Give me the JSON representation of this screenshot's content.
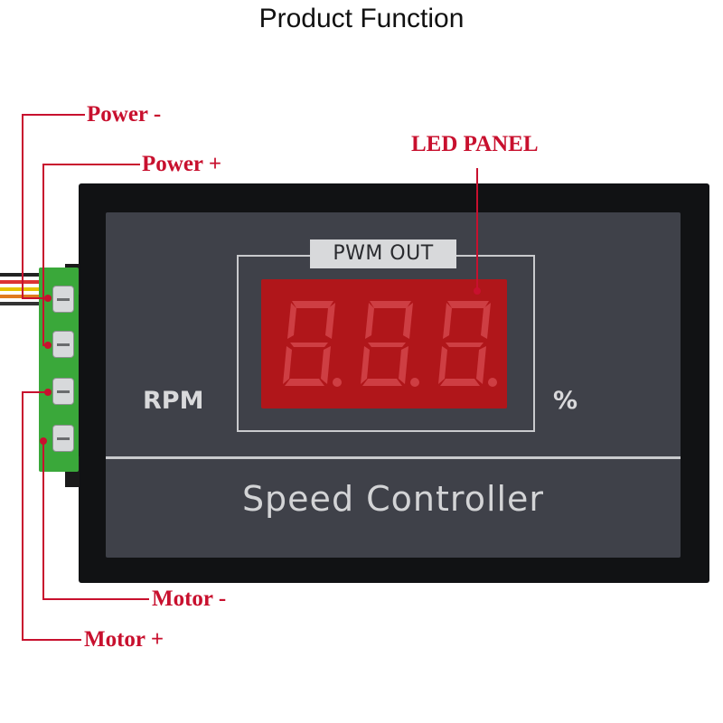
{
  "title": "Product Function",
  "callouts": {
    "power_minus": "Power -",
    "power_plus": "Power +",
    "led_panel": "LED PANEL",
    "motor_minus": "Motor -",
    "motor_plus": "Motor +"
  },
  "device": {
    "pwm_label": "PWM OUT",
    "rpm_label": "RPM",
    "percent_label": "%",
    "brand": "Speed Controller",
    "display_text": "8.8.8."
  },
  "colors": {
    "callout": "#c8102e",
    "led_background": "#b0161a",
    "led_segment_dim": "#d4454b",
    "terminal": "#3aa83a",
    "body": "#111214",
    "faceplate": "#3f4149"
  }
}
